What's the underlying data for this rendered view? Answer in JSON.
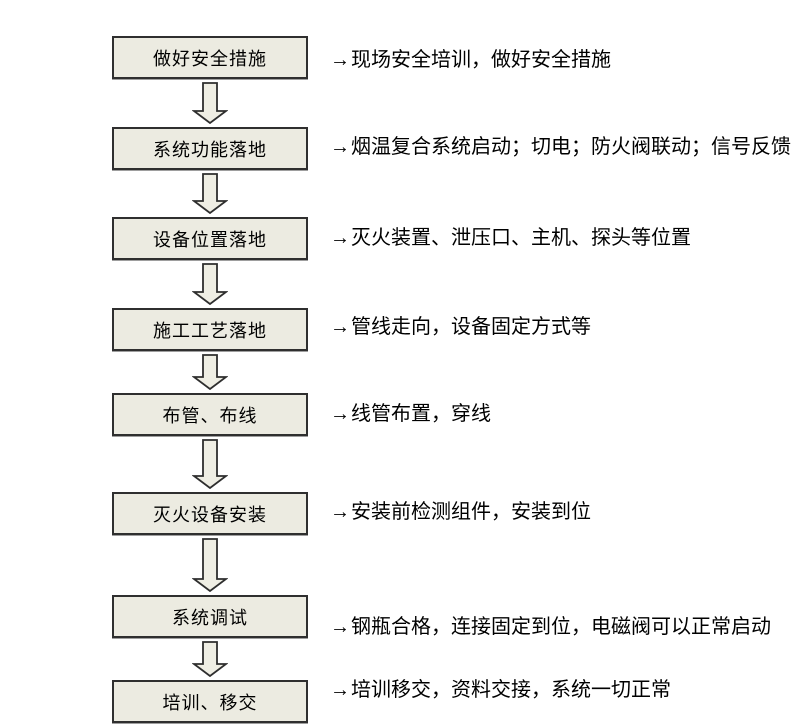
{
  "diagram": {
    "type": "flowchart",
    "direction": "top-down",
    "arrow_glyph": "→",
    "colors": {
      "background": "#FFFFFF",
      "box_fill": "#ECEBE1",
      "box_border": "#2F2F2F",
      "connector_fill": "#EFEEE4",
      "connector_stroke": "#2E2E2E",
      "text": "#000000"
    },
    "connector": "block-down-arrow",
    "steps": [
      {
        "label": "做好安全措施",
        "note": "现场安全培训，做好安全措施"
      },
      {
        "label": "系统功能落地",
        "note": "烟温复合系统启动；切电；防火阀联动；信号反馈"
      },
      {
        "label": "设备位置落地",
        "note": "灭火装置、泄压口、主机、探头等位置"
      },
      {
        "label": "施工工艺落地",
        "note": "管线走向，设备固定方式等"
      },
      {
        "label": "布管、布线",
        "note": "线管布置，穿线"
      },
      {
        "label": "灭火设备安装",
        "note": "安装前检测组件，安装到位"
      },
      {
        "label": "系统调试",
        "note": "钢瓶合格，连接固定到位，电磁阀可以正常启动"
      },
      {
        "label": "培训、移交",
        "note": "培训移交，资料交接，系统一切正常"
      }
    ]
  }
}
